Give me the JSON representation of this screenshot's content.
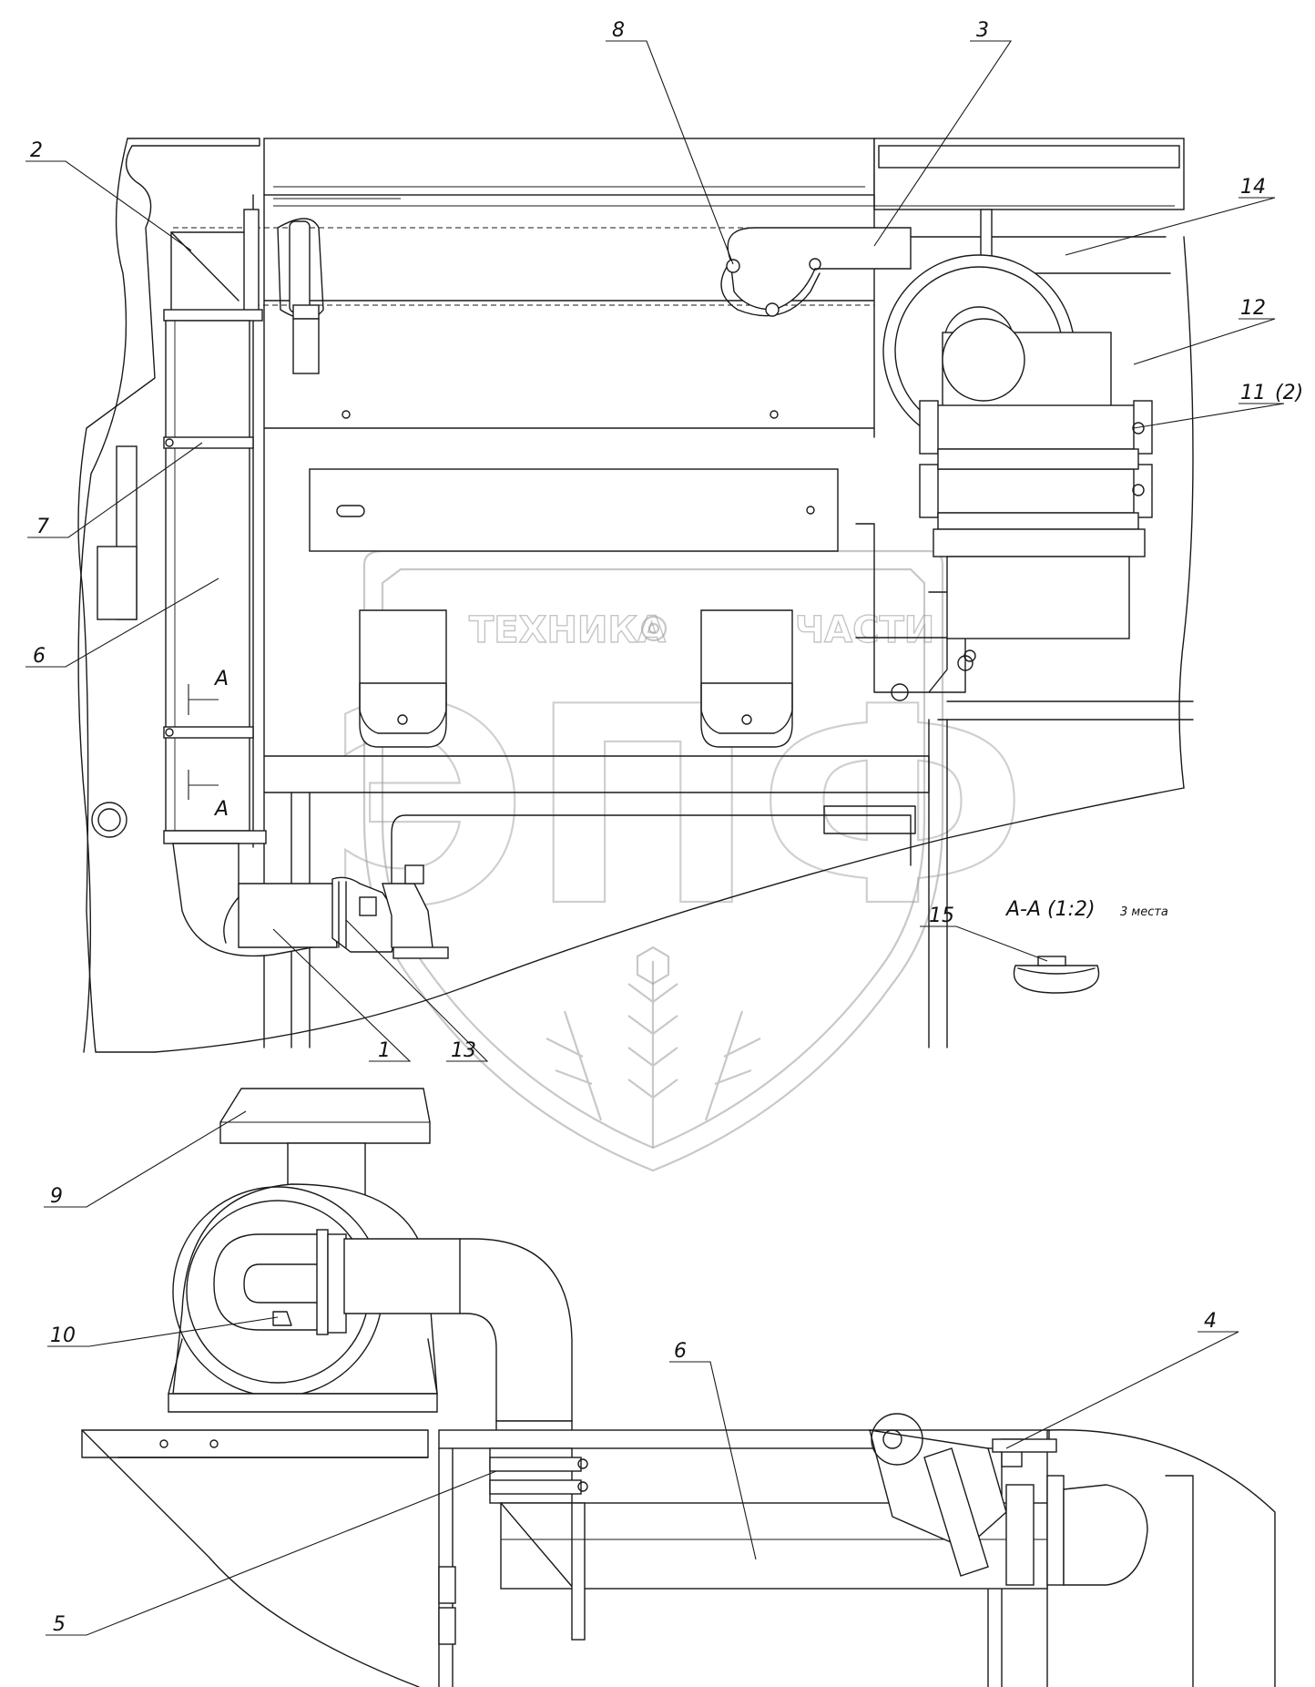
{
  "watermark": {
    "left_word": "ТЕХНИКА",
    "right_word": "ЗАПЧАСТИ",
    "logo_letters": "ЭПФ"
  },
  "section": {
    "title": "А-А (1:2)",
    "note": "3 места",
    "mark_top": "А",
    "mark_bottom": "А"
  },
  "callouts": {
    "c1": "1",
    "c2": "2",
    "c3": "3",
    "c4": "4",
    "c5": "5",
    "c6_top": "6",
    "c6_bottom": "6",
    "c7": "7",
    "c8": "8",
    "c9": "9",
    "c10": "10",
    "c11": "11",
    "c11_qty": "(2)",
    "c12": "12",
    "c13": "13",
    "c14": "14",
    "c15": "15"
  }
}
